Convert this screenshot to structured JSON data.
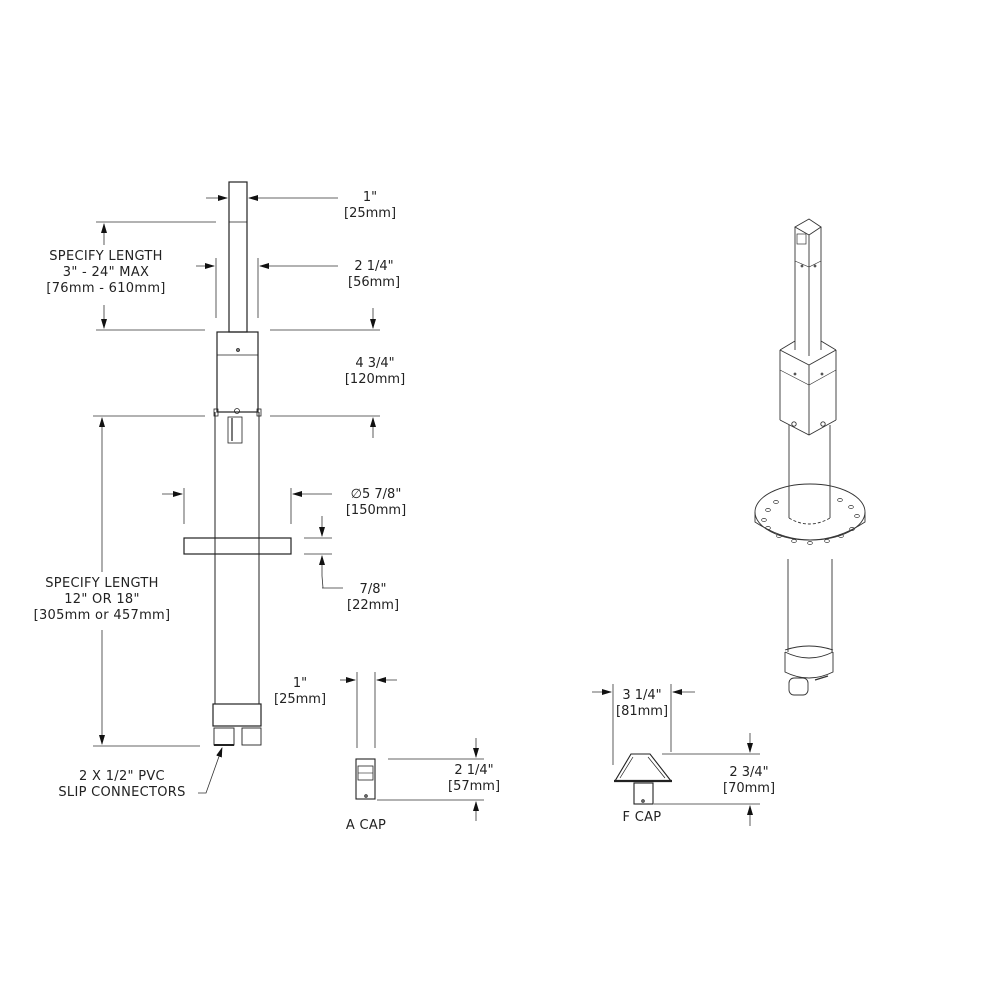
{
  "main_post": {
    "top_width": {
      "imperial": "1\"",
      "metric": "25mm"
    },
    "upper_length": {
      "line1": "SPECIFY LENGTH",
      "line2": "3\" - 24\" MAX",
      "line3": "[76mm - 610mm]"
    },
    "housing_width": {
      "imperial": "2 1/4\"",
      "metric": "56mm"
    },
    "housing_height": {
      "imperial": "4 3/4\"",
      "metric": "120mm"
    },
    "flange_diameter": {
      "symbol": "∅",
      "imperial": "5 7/8\"",
      "metric": "150mm"
    },
    "flange_thickness": {
      "imperial": "7/8\"",
      "metric": "22mm"
    },
    "lower_length": {
      "line1": "SPECIFY LENGTH",
      "line2": "12\" OR 18\"",
      "line3": "[305mm or 457mm]"
    },
    "connector_note": {
      "line1": "2 X 1/2\" PVC",
      "line2": "SLIP CONNECTORS"
    }
  },
  "a_cap": {
    "title": "A CAP",
    "width": {
      "imperial": "1\"",
      "metric": "25mm"
    },
    "height": {
      "imperial": "2 1/4\"",
      "metric": "57mm"
    }
  },
  "f_cap": {
    "title": "F CAP",
    "width": {
      "imperial": "3 1/4\"",
      "metric": "81mm"
    },
    "height": {
      "imperial": "2 3/4\"",
      "metric": "70mm"
    }
  },
  "isometric_view": {
    "label": ""
  }
}
